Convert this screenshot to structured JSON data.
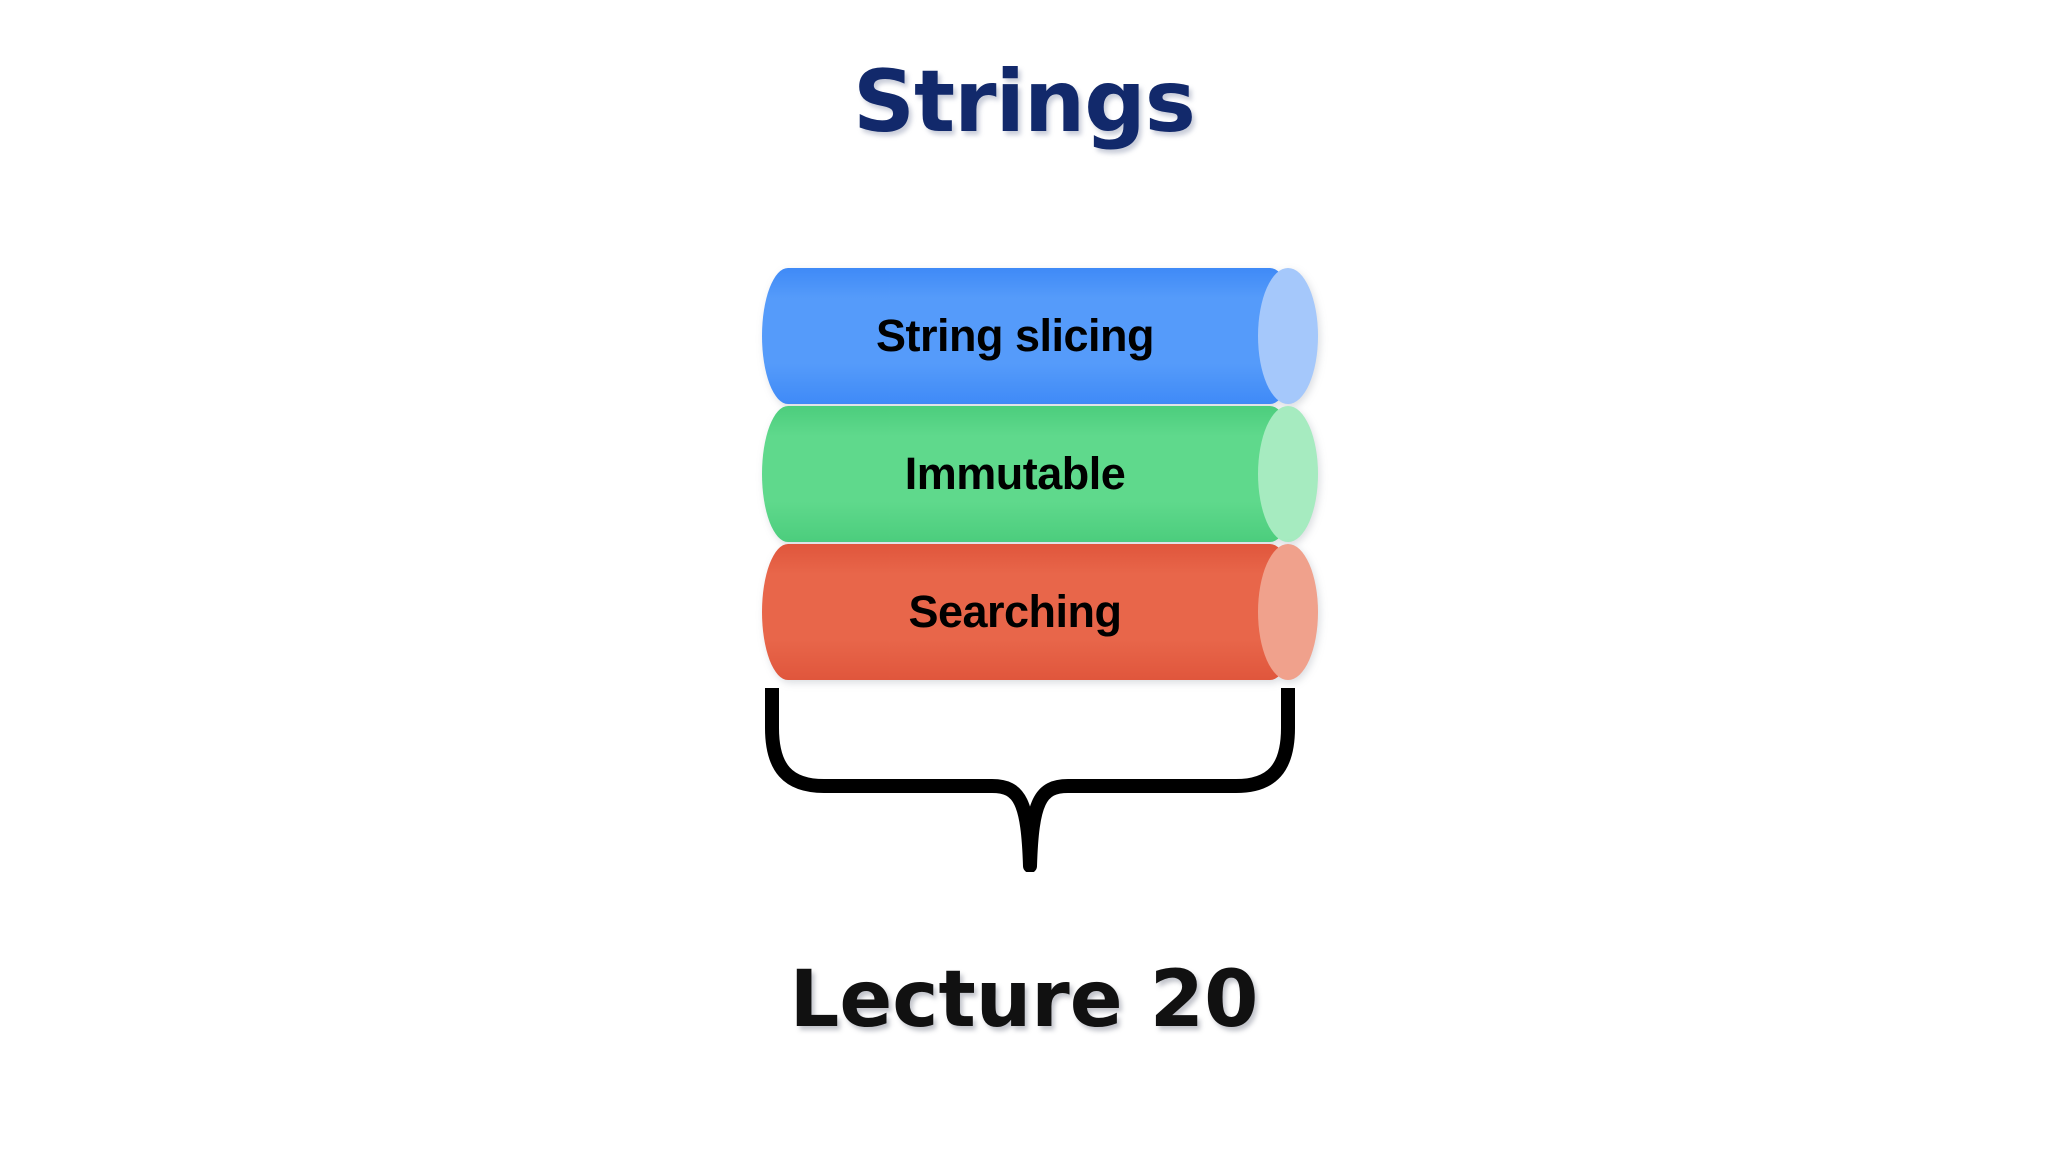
{
  "slide": {
    "title": "Strings",
    "title_color": "#12296b",
    "background_color": "#ffffff",
    "caption": "Lecture 20",
    "caption_color": "#111111"
  },
  "cylinders": [
    {
      "label": "String slicing",
      "body_color": "#559bfa",
      "body_color_dark": "#3f8af7",
      "cap_color": "#a5c8fb",
      "text_color": "#000000"
    },
    {
      "label": "Immutable",
      "body_color": "#5fd98c",
      "body_color_dark": "#4ccd7d",
      "cap_color": "#a6ebc0",
      "text_color": "#000000"
    },
    {
      "label": "Searching",
      "body_color": "#e8664a",
      "body_color_dark": "#e0563c",
      "cap_color": "#f0a18c",
      "text_color": "#000000"
    }
  ],
  "brace": {
    "name": "curly-brace-down",
    "color": "#000000",
    "stroke_width": 14
  }
}
